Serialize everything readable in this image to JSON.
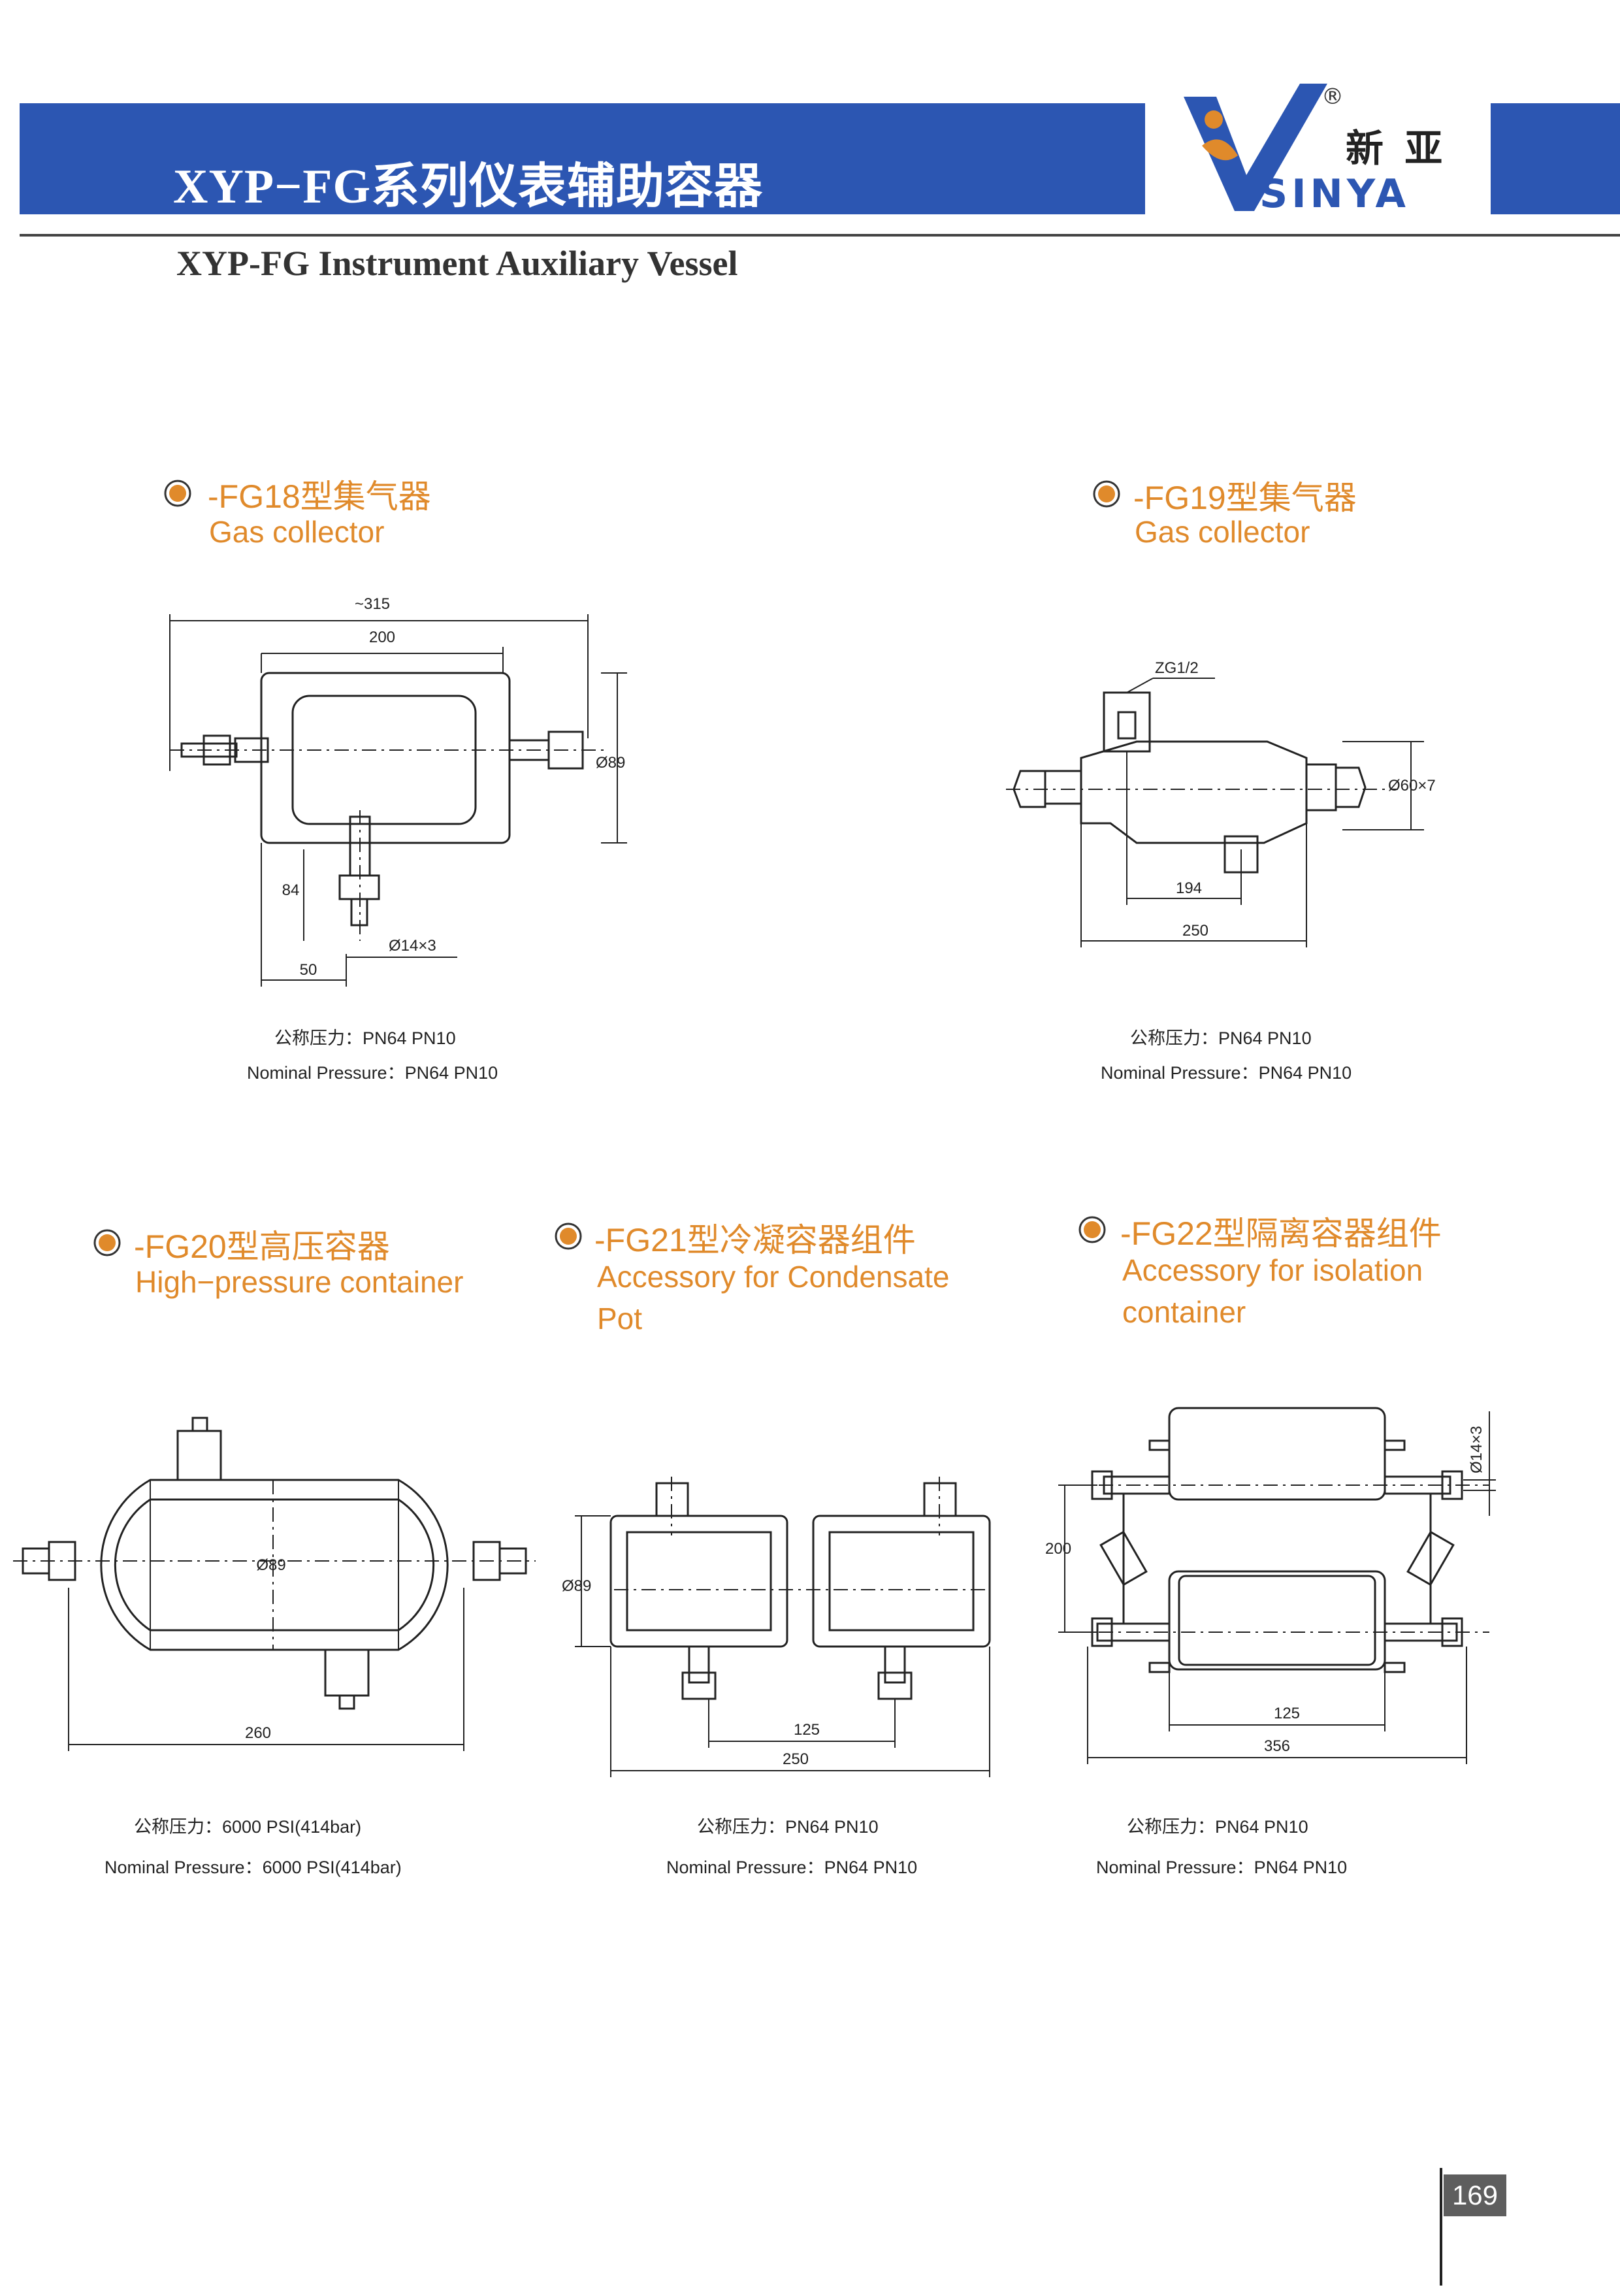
{
  "header": {
    "title_cn": "XYP−FG系列仪表辅助容器",
    "subtitle_en": "XYP-FG Instrument Auxiliary Vessel",
    "brand_cn": "新 亚",
    "brand_en": "SINYA",
    "registered": "®"
  },
  "colors": {
    "banner": "#2c56b2",
    "accent": "#e08a2b"
  },
  "sections": [
    {
      "model_cn": "-FG18型集气器",
      "name_en": "Gas collector",
      "dims": [
        "~315",
        "200",
        "Ø89",
        "84",
        "50",
        "Ø14×3"
      ],
      "pressure_cn": "公称压力：PN64  PN10",
      "pressure_en": "Nominal  Pressure：PN64  PN10"
    },
    {
      "model_cn": "-FG19型集气器",
      "name_en": "Gas collector",
      "dims": [
        "ZG1/2",
        "Ø60×7",
        "194",
        "250"
      ],
      "pressure_cn": "公称压力：PN64  PN10",
      "pressure_en": "Nominal  Pressure：PN64  PN10"
    },
    {
      "model_cn": "-FG20型高压容器",
      "name_en": "High−pressure  container",
      "dims": [
        "Ø89",
        "260"
      ],
      "pressure_cn": "公称压力：6000  PSI(414bar)",
      "pressure_en": "Nominal  Pressure：6000  PSI(414bar)"
    },
    {
      "model_cn": "-FG21型冷凝容器组件",
      "name_en_1": "Accessory  for  Condensate",
      "name_en_2": "Pot",
      "dims": [
        "Ø89",
        "125",
        "250"
      ],
      "pressure_cn": "公称压力：PN64    PN10",
      "pressure_en": "Nominal  Pressure：PN64    PN10"
    },
    {
      "model_cn": "-FG22型隔离容器组件",
      "name_en_1": "Accessory  for  isolation",
      "name_en_2": "container",
      "dims": [
        "Ø14×3",
        "200",
        "125",
        "356"
      ],
      "pressure_cn": "公称压力：PN64    PN10",
      "pressure_en": "Nominal  Pressure：PN64    PN10"
    }
  ],
  "page_number": "169"
}
